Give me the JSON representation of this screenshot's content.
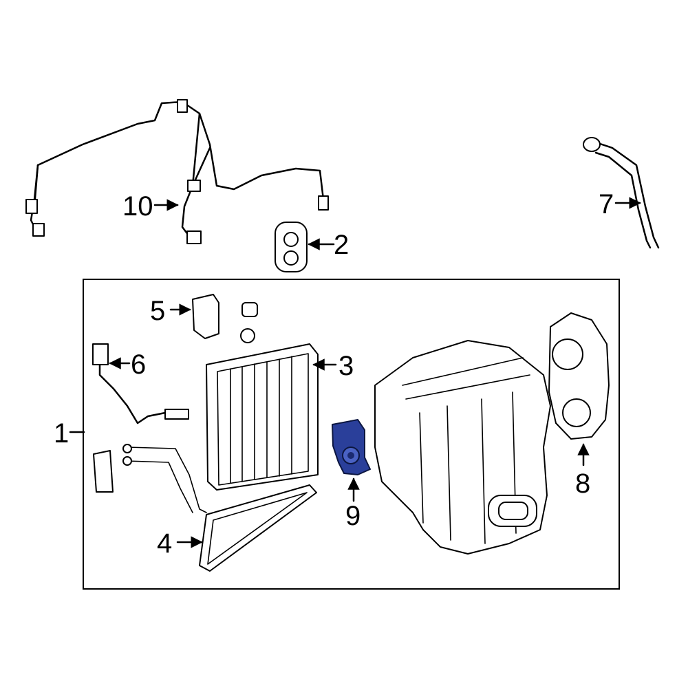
{
  "callouts": {
    "c1": "1",
    "c2": "2",
    "c3": "3",
    "c4": "4",
    "c5": "5",
    "c6": "6",
    "c7": "7",
    "c8": "8",
    "c9": "9",
    "c10": "10"
  },
  "colors": {
    "highlight": "#2a3f9a",
    "line": "#000000",
    "background": "#ffffff"
  }
}
